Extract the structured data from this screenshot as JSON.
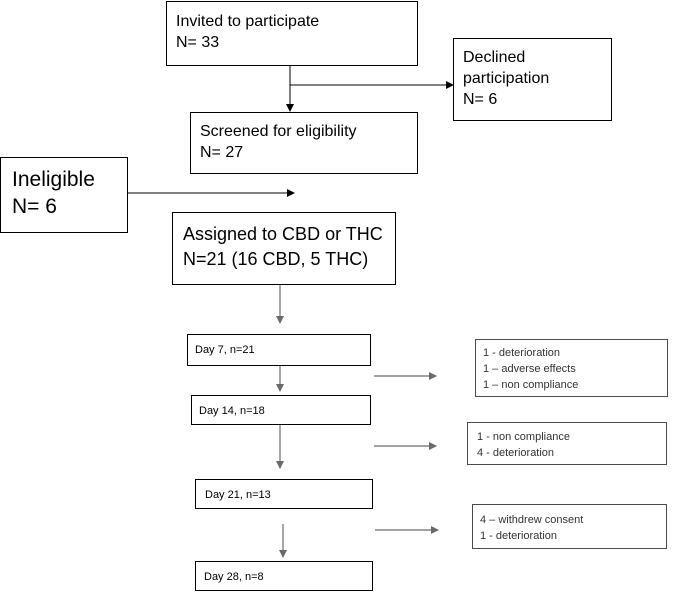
{
  "nodes": {
    "invited": {
      "line1": "Invited to participate",
      "line2": "N= 33"
    },
    "declined": {
      "line1": "Declined",
      "line2": "participation",
      "line3": "N= 6"
    },
    "screened": {
      "line1": "Screened for eligibility",
      "line2": "N= 27"
    },
    "ineligible": {
      "line1": "Ineligible",
      "line2": "N= 6"
    },
    "assigned": {
      "line1": "Assigned to CBD or THC",
      "line2": "N=21 (16 CBD, 5 THC)"
    },
    "day7": {
      "label": "Day 7, n=21"
    },
    "day14": {
      "label": "Day 14, n=18"
    },
    "day21": {
      "label": "Day 21, n=13"
    },
    "day28": {
      "label": "Day 28, n=8"
    },
    "dropout1": {
      "line1": "1 -  deterioration",
      "line2": "1 – adverse effects",
      "line3": "1 – non compliance"
    },
    "dropout2": {
      "line1": "1 -   non compliance",
      "line2": "4  - deterioration"
    },
    "dropout3": {
      "line1": "4 – withdrew consent",
      "line2": "1 -  deterioration"
    }
  }
}
